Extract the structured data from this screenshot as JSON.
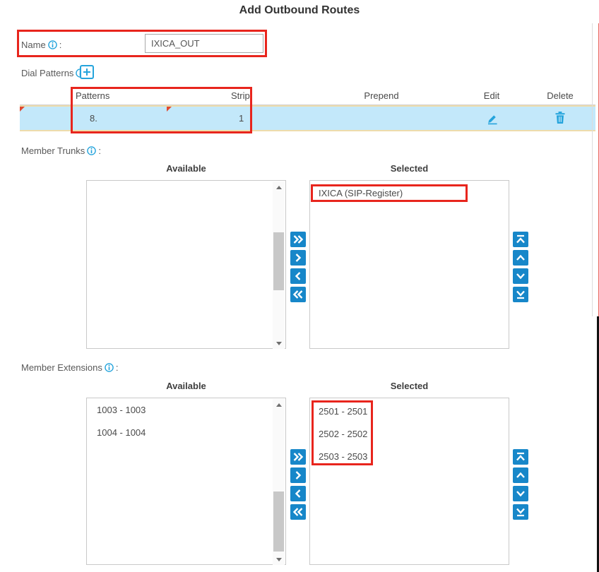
{
  "title": "Add Outbound Routes",
  "ui": {
    "colon": ":",
    "available_label": "Available",
    "selected_label": "Selected"
  },
  "form": {
    "name": {
      "label": "Name",
      "value": "IXICA_OUT"
    },
    "dial_patterns": {
      "label": "Dial Patterns"
    },
    "member_trunks": {
      "label": "Member Trunks"
    },
    "member_extensions": {
      "label": "Member Extensions"
    }
  },
  "patterns_table": {
    "headers": [
      "Patterns",
      "Strip",
      "Prepend",
      "Edit",
      "Delete"
    ],
    "rows": [
      {
        "patterns": "8.",
        "strip": "1",
        "prepend": ""
      }
    ]
  },
  "member_trunks": {
    "available": [],
    "selected": [
      "IXICA (SIP-Register)"
    ]
  },
  "member_extensions": {
    "available": [
      "1003 - 1003",
      "1004 - 1004"
    ],
    "selected": [
      "2501 - 2501",
      "2502 - 2502",
      "2503 - 2503"
    ]
  },
  "icons": {
    "info": "circled-i",
    "add": "plus",
    "edit": "pencil",
    "delete": "trash-can",
    "move_all_right": "double-chevron-right",
    "move_right": "chevron-right",
    "move_left": "chevron-left",
    "move_all_left": "double-chevron-left",
    "move_top": "chevron-up-to-bar",
    "move_up": "chevron-up",
    "move_down": "chevron-down",
    "move_bottom": "chevron-down-to-bar"
  },
  "colors": {
    "accent_blue": "#1787c9",
    "icon_blue": "#25a4dc",
    "row_highlight": "#c3e8fa",
    "row_border": "#eedcab",
    "annotation_red": "#e8251d"
  }
}
